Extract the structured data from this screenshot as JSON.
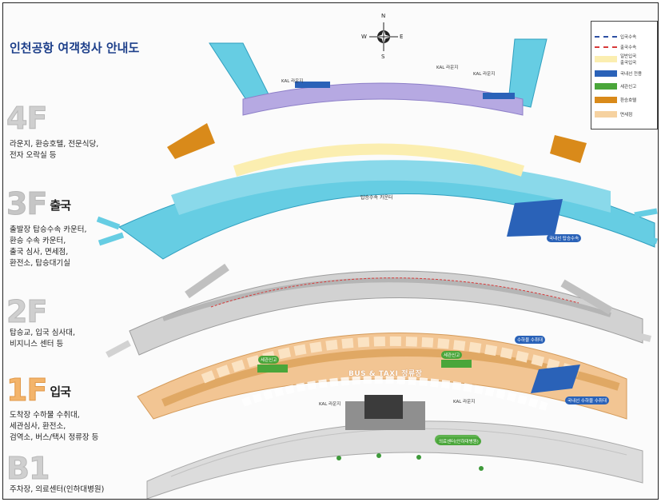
{
  "title": "인천공항 여객청사 안내도",
  "compass": {
    "n": "N",
    "s": "S",
    "e": "E",
    "w": "W"
  },
  "floors": [
    {
      "id": "4F",
      "label": "4F",
      "word": "",
      "desc": "라운지, 환승호텔, 전문식당,\n전자 오락실 등"
    },
    {
      "id": "3F",
      "label": "3F",
      "word": "출국",
      "desc": "출발장 탑승수속 카운터,\n환승 수속 카운터,\n출국 심사, 면세점,\n환전소, 탑승대기실"
    },
    {
      "id": "2F",
      "label": "2F",
      "word": "",
      "desc": "탑승교, 입국 심사대,\n비지니스 센터 등"
    },
    {
      "id": "1F",
      "label": "1F",
      "word": "입국",
      "desc": "도착장 수하물 수취대,\n세관심사, 환전소,\n검역소, 버스/택시 정류장 등"
    },
    {
      "id": "B1",
      "label": "B1",
      "word": "",
      "desc": "주차장, 의료센터(인하대병원)"
    }
  ],
  "legend": [
    {
      "type": "line",
      "color": "#2d4fa3",
      "label": "입국수속"
    },
    {
      "type": "line",
      "color": "#d73a3a",
      "label": "출국수속"
    },
    {
      "type": "swatch",
      "color": "#fbeeb0",
      "label": "일반입국\n출국입국"
    },
    {
      "type": "swatch",
      "color": "#2a62b8",
      "label": "국내선 전용"
    },
    {
      "type": "swatch",
      "color": "#4aa63a",
      "label": "세관신고"
    },
    {
      "type": "swatch",
      "color": "#d98a1a",
      "label": "환승호텔"
    },
    {
      "type": "swatch",
      "color": "#f6d2a0",
      "label": "면세점"
    }
  ],
  "map_labels": {
    "kal_lounge_1": "KAL 라운지",
    "kal_lounge_2": "KAL 라운지",
    "kal_lounge_3": "KAL 라운지",
    "transfer_counter": "탑승수속 카운터",
    "domestic_checkin": "국내선 탑승수속",
    "domestic_baggage": "국내선 수하물 수취대",
    "baggage_claim": "수하물 수취대",
    "bus_taxi": "BUS & TAXI 정류장",
    "kal_counter_1": "KAL 라운지",
    "kal_counter_2": "KAL 라운지",
    "medical": "의료센터(인하대병원)",
    "customs_1": "세관신고",
    "customs_2": "세관신고"
  },
  "colors": {
    "f4": "#b6a9e2",
    "f3": "#66cde3",
    "f2": "#d2d2d2",
    "f1": "#f2c593",
    "b1": "#dcdcdc"
  }
}
